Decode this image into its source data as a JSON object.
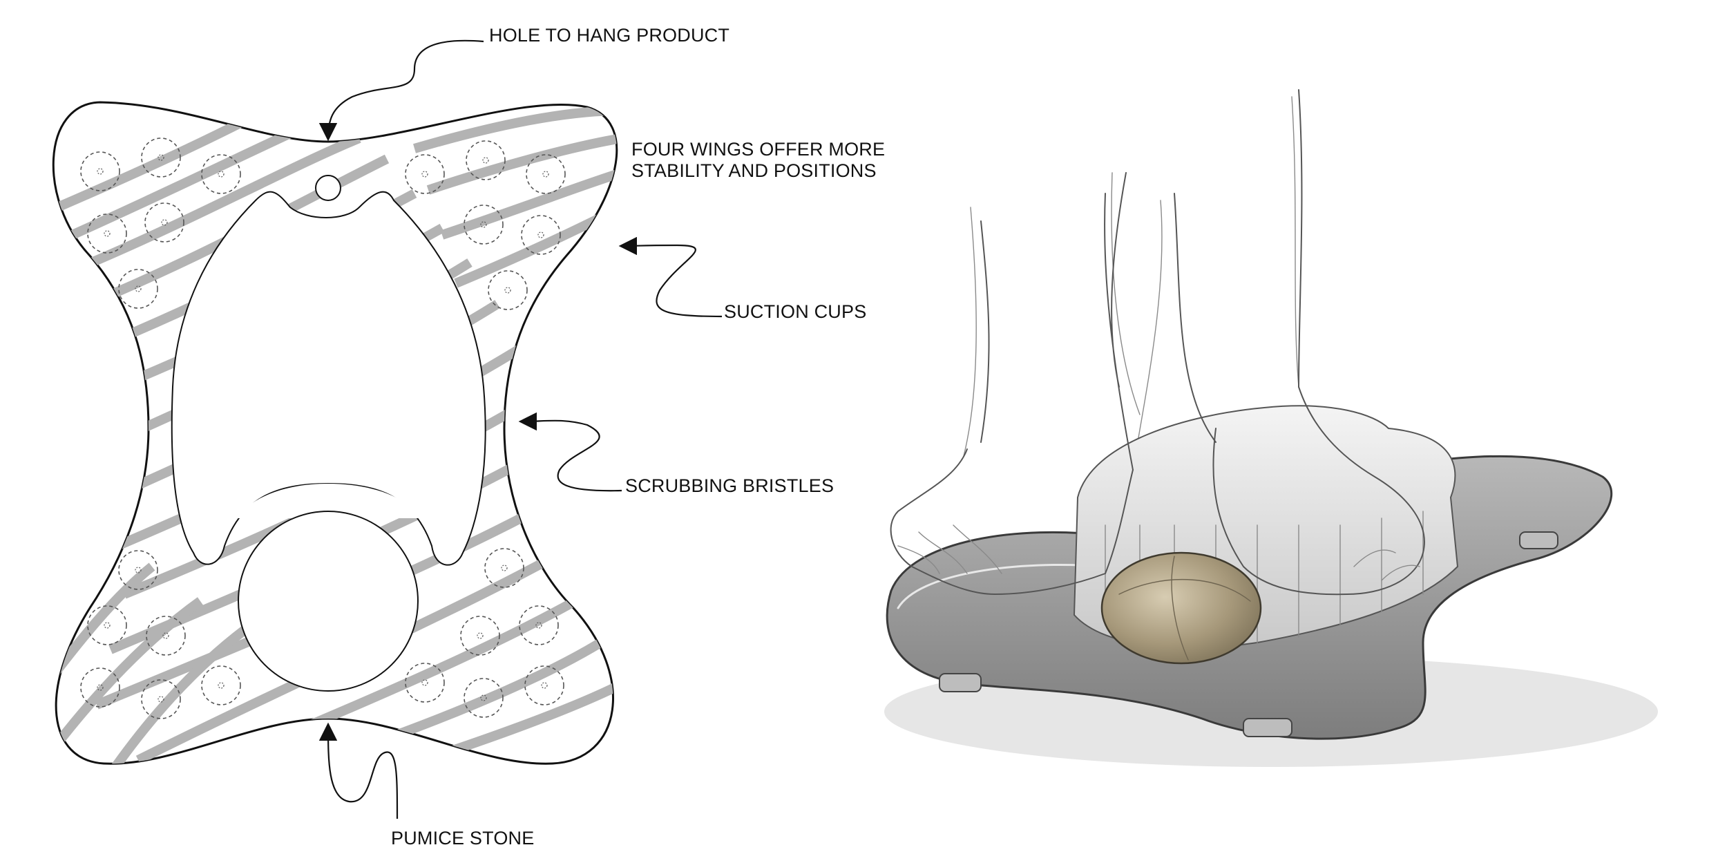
{
  "labels": {
    "hole": "HOLE TO HANG PRODUCT",
    "wings_line1": "FOUR WINGS OFFER MORE",
    "wings_line2": "STABILITY AND POSITIONS",
    "suction": "SUCTION CUPS",
    "bristles": "SCRUBBING BRISTLES",
    "pumice": "PUMICE STONE"
  },
  "colors": {
    "outline": "#111111",
    "stripes": "#b3b3b3",
    "pumice": "#8b7f63",
    "mat": "#8c8c8c"
  }
}
